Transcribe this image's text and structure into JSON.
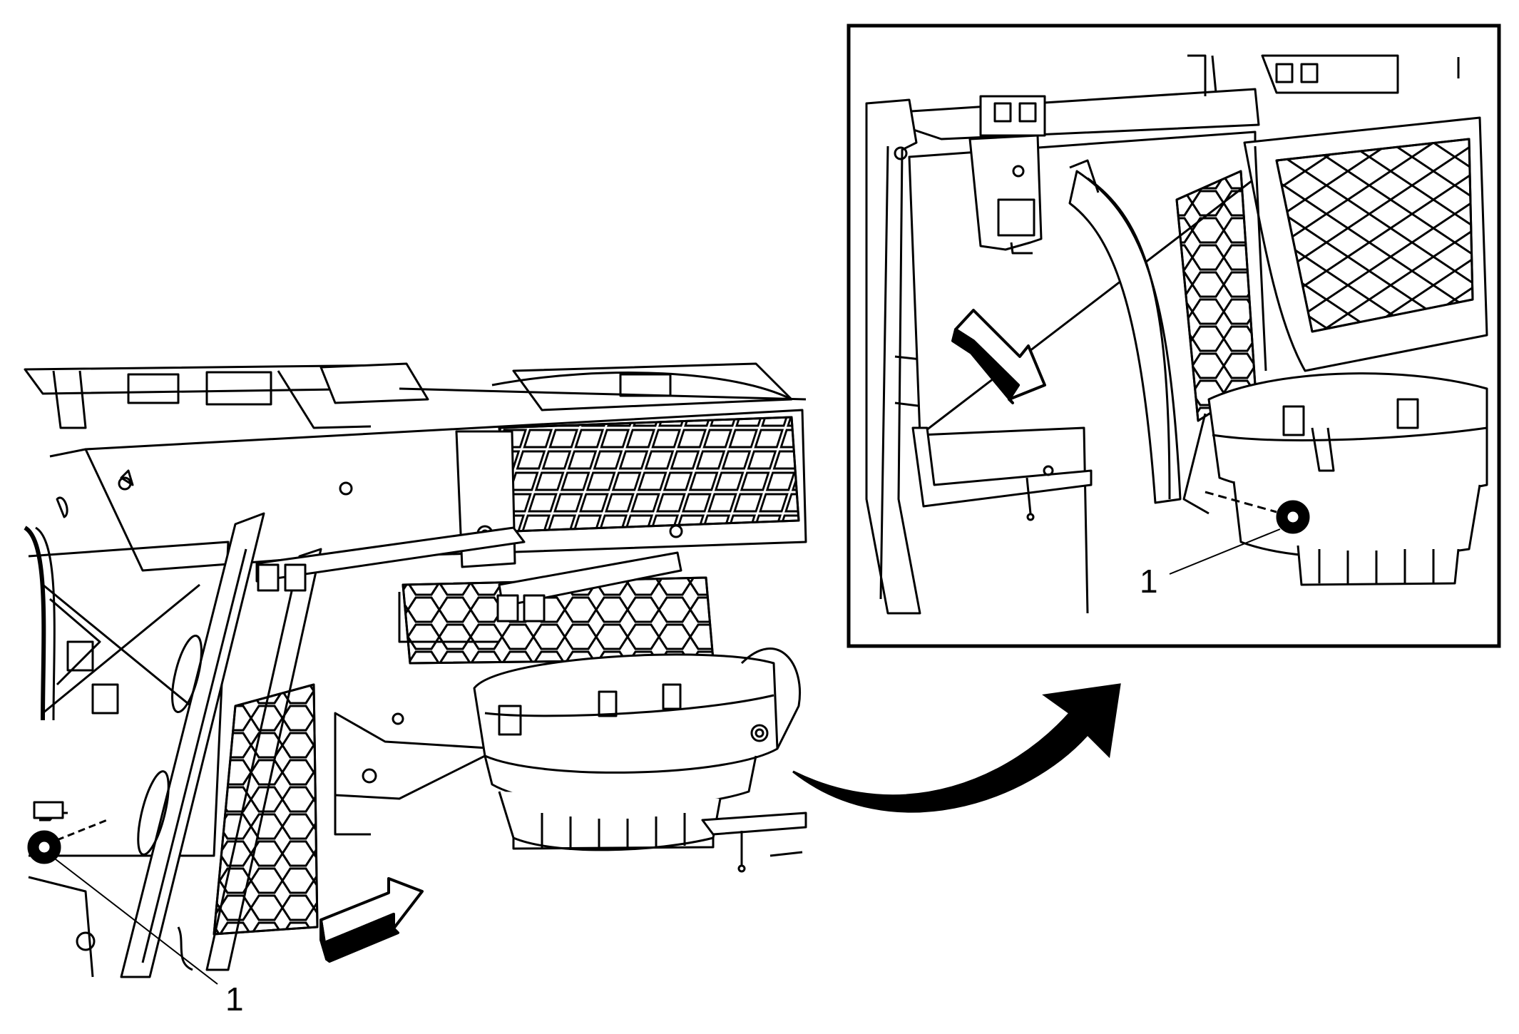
{
  "diagram": {
    "callouts": [
      {
        "label": "1"
      },
      {
        "label": "1"
      }
    ],
    "icons": {
      "view_direction_main": "view-direction-arrow",
      "view_direction_inset": "view-direction-arrow",
      "detail_pointer": "curved-arrow"
    },
    "colors": {
      "line": "#000000",
      "background": "#ffffff"
    }
  }
}
